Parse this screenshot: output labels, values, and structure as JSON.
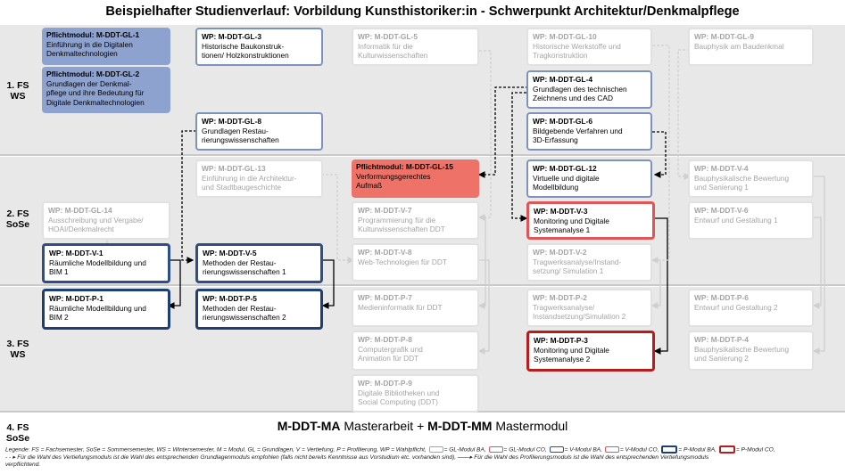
{
  "title": "Beispielhafter Studienverlauf: Vorbildung Kunsthistoriker:in - Schwerpunkt Architektur/Denkmalpflege",
  "semesters": {
    "fs1": [
      "1. FS",
      "WS"
    ],
    "fs2": [
      "2. FS",
      "SoSe"
    ],
    "fs3": [
      "3. FS",
      "WS"
    ],
    "fs4": [
      "4. FS",
      "SoSe"
    ]
  },
  "modules": {
    "gl1": {
      "title": "Pflichtmodul: M-DDT-GL-1",
      "lines": [
        "Einführung in die Digitalen",
        "Denkmaltechnologien"
      ]
    },
    "gl2": {
      "title": "Pflichtmodul: M-DDT-GL-2",
      "lines": [
        "Grundlagen der Denkmal-",
        "pflege und ihre Bedeutung für",
        "Digitale Denkmaltechnologien"
      ]
    },
    "gl3": {
      "title": "WP: M-DDT-GL-3",
      "lines": [
        "Historische Baukonstruk-",
        "tionen/ Holzkonstruktionen"
      ]
    },
    "gl5": {
      "title": "WP: M-DDT-GL-5",
      "lines": [
        "Informatik für die",
        "Kulturwissenschaften"
      ]
    },
    "gl10": {
      "title": "WP: M-DDT-GL-10",
      "lines": [
        "Historische Werkstoffe und",
        "Tragkonstruktion"
      ]
    },
    "gl9": {
      "title": "WP: M-DDT-GL-9",
      "lines": [
        "Bauphysik am Baudenkmal"
      ]
    },
    "gl4": {
      "title": "WP: M-DDT-GL-4",
      "lines": [
        "Grundlagen des technischen",
        "Zeichnens und des CAD"
      ]
    },
    "gl8": {
      "title": "WP: M-DDT-GL-8",
      "lines": [
        "Grundlagen Restau-",
        "rierungswissenschaften"
      ]
    },
    "gl6": {
      "title": "WP: M-DDT-GL-6",
      "lines": [
        "Bildgebende Verfahren und",
        "3D-Erfassung"
      ]
    },
    "gl13": {
      "title": "WP: M-DDT-GL-13",
      "lines": [
        "Einführung in die Architektur-",
        "und Stadtbaugeschichte"
      ]
    },
    "gl15": {
      "title": "Pflichtmodul: M-DDT-GL-15",
      "lines": [
        "Verformungsgerechtes",
        "Aufmaß"
      ]
    },
    "gl12": {
      "title": "WP: M-DDT-GL-12",
      "lines": [
        "Virtuelle und digitale",
        "Modellbildung"
      ]
    },
    "v4": {
      "title": "WP: M-DDT-V-4",
      "lines": [
        "Bauphysikalische Bewertung",
        "und Sanierung 1"
      ]
    },
    "gl14": {
      "title": "WP: M-DDT-GL-14",
      "lines": [
        "Ausschreibung und Vergabe/",
        "HOAI/Denkmalrecht"
      ]
    },
    "v7": {
      "title": "WP: M-DDT-V-7",
      "lines": [
        "Programmierung für die",
        "Kulturwissenschaften DDT"
      ]
    },
    "v3": {
      "title": "WP: M-DDT-V-3",
      "lines": [
        "Monitoring und Digitale",
        "Systemanalyse 1"
      ]
    },
    "v6": {
      "title": "WP: M-DDT-V-6",
      "lines": [
        "Entwurf und Gestaltung 1"
      ]
    },
    "v1": {
      "title": "WP: M-DDT-V-1",
      "lines": [
        "Räumliche Modellbildung und",
        "BIM 1"
      ]
    },
    "v5": {
      "title": "WP: M-DDT-V-5",
      "lines": [
        "Methoden der Restau-",
        "rierungswissenschaften 1"
      ]
    },
    "v8": {
      "title": "WP: M-DDT-V-8",
      "lines": [
        "Web-Technologien für DDT"
      ]
    },
    "v2": {
      "title": "WP: M-DDT-V-2",
      "lines": [
        "Tragwerksanalyse/Instand-",
        "setzung/ Simulation 1"
      ]
    },
    "p1": {
      "title": "WP: M-DDT-P-1",
      "lines": [
        "Räumliche Modellbildung und",
        "BIM 2"
      ]
    },
    "p5": {
      "title": "WP: M-DDT-P-5",
      "lines": [
        "Methoden der Restau-",
        "rierungswissenschaften 2"
      ]
    },
    "p7": {
      "title": "WP: M-DDT-P-7",
      "lines": [
        "Medieninformatik für DDT"
      ]
    },
    "p2": {
      "title": "WP: M-DDT-P-2",
      "lines": [
        "Tragwerksanalyse/",
        "Instandsetzung/Simulation 2"
      ]
    },
    "p6": {
      "title": "WP: M-DDT-P-6",
      "lines": [
        "Entwurf und Gestaltung 2"
      ]
    },
    "p8": {
      "title": "WP: M-DDT-P-8",
      "lines": [
        "Computergrafik und",
        "Animation für DDT"
      ]
    },
    "p3": {
      "title": "WP: M-DDT-P-3",
      "lines": [
        "Monitoring und Digitale",
        "Systemanalyse 2"
      ]
    },
    "p4": {
      "title": "WP: M-DDT-P-4",
      "lines": [
        "Bauphysikalische Bewertung",
        "und Sanierung 2"
      ]
    },
    "p9": {
      "title": "WP: M-DDT-P-9",
      "lines": [
        "Digitale Bibliotheken und",
        "Social Computing (DDT)"
      ]
    }
  },
  "master": {
    "ma_code": "M-DDT-MA",
    "ma_text": " Masterarbeit + ",
    "mm_code": "M-DDT-MM",
    "mm_text": " Mastermodul"
  },
  "legend": {
    "line1": "Legende: FS = Fachsemester, SoSe = Sommersemester, WS = Wintersemester, M = Modul, GL = Grundlagen, V = Vertiefung, P = Profilierung, WP = Wahlpflicht,",
    "gl_ba": "= GL-Modul BA,",
    "gl_co": "= GL-Modul CO,",
    "v_ba": "= V-Modul BA,",
    "v_co": "= V-Modul CO,",
    "p_ba": "= P-Modul BA,",
    "p_co": "= P-Modul CO,",
    "line2": "Für die Wahl des Vertiefungsmoduls ist die Wahl des entsprechenden Grundlagenmoduls empfohlen (falls nicht bereits Kenntnisse aus Vorstudium etc. vorhanden sind),",
    "line2b": "Für die Wahl des Profilierungsmoduls ist die Wahl des entsprechenden Vertiefungsmoduls",
    "line3": "verpflichtend.",
    "colors": {
      "gl_ba": "#9aa3b8",
      "gl_co": "#d9d9d9",
      "v_ba": "#2e4f86",
      "v_co": "#e05555",
      "p_ba": "#1e3f74",
      "p_co": "#b81c1c"
    }
  }
}
